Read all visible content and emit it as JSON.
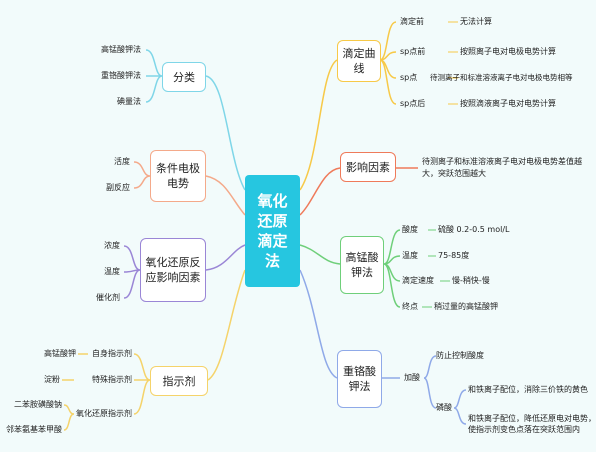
{
  "center": {
    "title": "氧化还原滴定法"
  },
  "branches": {
    "titration_curve": {
      "title": "滴定曲线",
      "items": [
        "滴定前",
        "sp点前",
        "sp点",
        "sp点后"
      ],
      "details": [
        "无法计算",
        "按照离子电对电极电势计算",
        "待测离子和标准溶液离子电对电极电势相等",
        "按照滴液离子电对电势计算"
      ],
      "colors": {
        "border": "#f7c948"
      }
    },
    "influence": {
      "title": "影响因素",
      "detail_lines": [
        "待测离子和标准溶液离子电对电极电势差值越",
        "大，突跃范围越大"
      ],
      "colors": {
        "border": "#ef7a5a"
      }
    },
    "permanganate": {
      "title": "高锰酸钾法",
      "items": [
        "酸度",
        "温度",
        "滴定速度",
        "终点"
      ],
      "details": [
        "硫酸 0.2-0.5 mol/L",
        "75-85度",
        "慢-稍快-慢",
        "稍过量的高锰酸钾"
      ],
      "colors": {
        "border": "#6fcf7a"
      }
    },
    "dichromate": {
      "title": "重铬酸钾法",
      "sub": "加酸",
      "items": [
        "防止控制酸度",
        "磷酸"
      ],
      "phosphoric_details": [
        "和铁离子配位，消除三价铁的黄色",
        "和铁离子配位，降低还原电对电势，",
        "使指示剂变色点落在突跃范围内"
      ],
      "colors": {
        "border": "#8fa9e8"
      }
    },
    "classification": {
      "title": "分类",
      "items": [
        "高锰酸钾法",
        "重铬酸钾法",
        "碘量法"
      ],
      "colors": {
        "border": "#7fd6e8"
      }
    },
    "conditional_potential": {
      "title": "条件电极电势",
      "items": [
        "活度",
        "副反应"
      ],
      "colors": {
        "border": "#f4a98a"
      }
    },
    "rate_factors": {
      "title": "氧化还原反应影响因素",
      "items": [
        "浓度",
        "温度",
        "催化剂"
      ],
      "colors": {
        "border": "#9a86d6"
      }
    },
    "indicators": {
      "title": "指示剂",
      "items": [
        "高锰酸钾",
        "淀粉",
        "二苯胺磺酸钠",
        "邻苯氨基苯甲酸"
      ],
      "types": [
        "自身指示剂",
        "特殊指示剂",
        "氧化还原指示剂"
      ],
      "colors": {
        "border": "#f5d36a"
      }
    }
  }
}
